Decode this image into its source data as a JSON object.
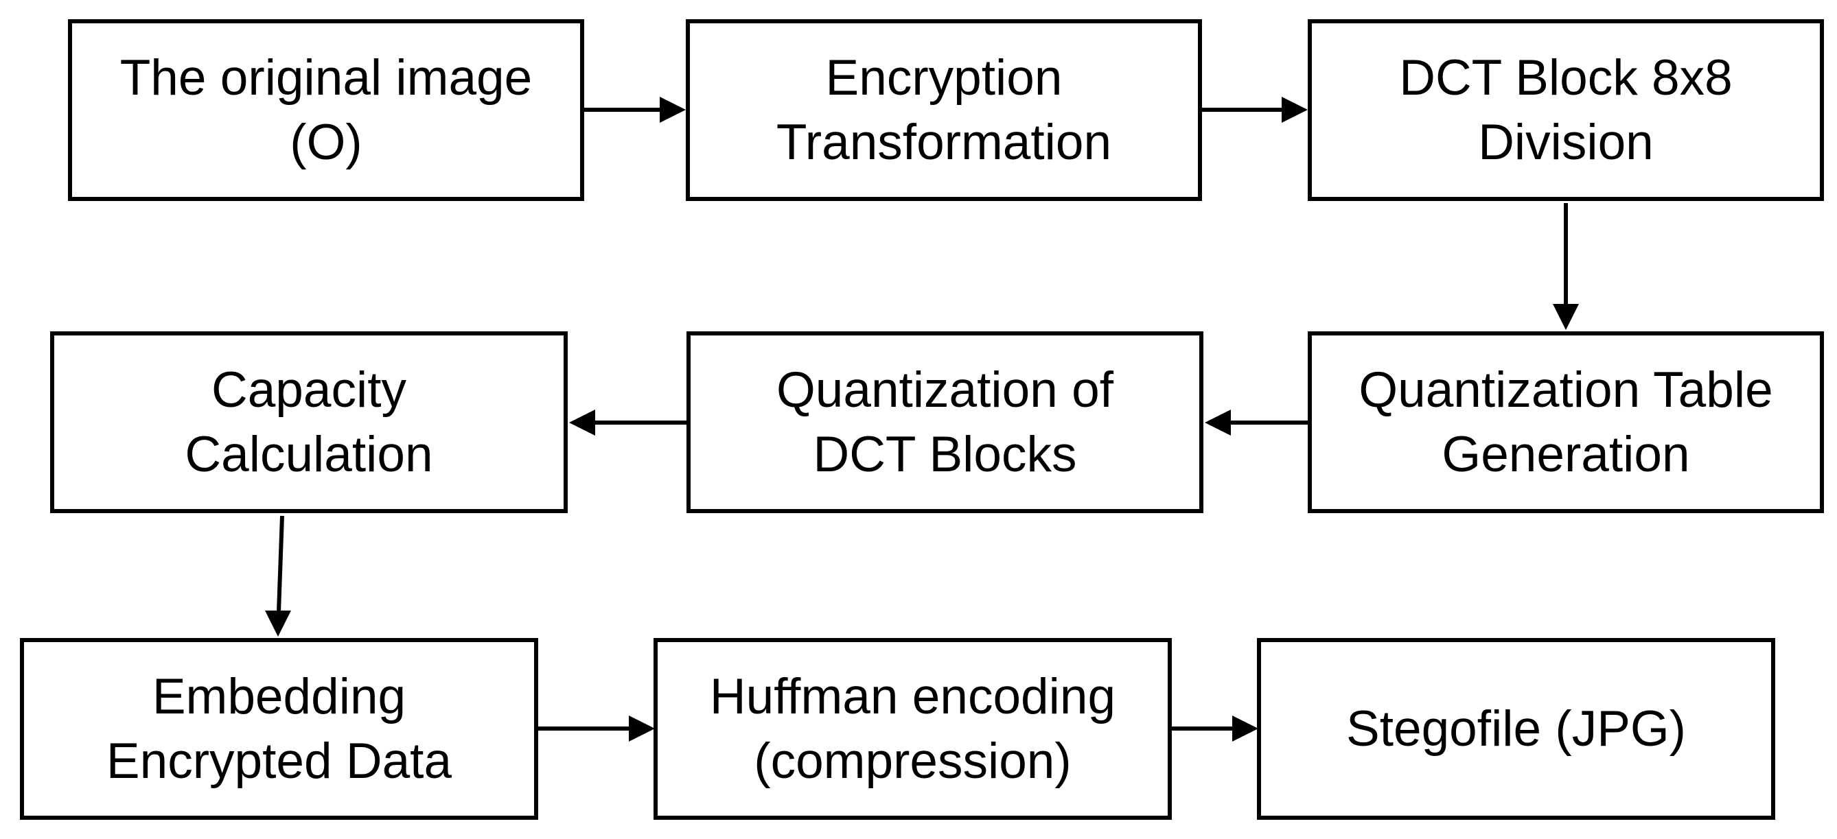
{
  "diagram": {
    "type": "flowchart",
    "colors": {
      "background": "#ffffff",
      "box_border": "#000000",
      "arrow": "#000000",
      "text": "#000000"
    },
    "boxes": [
      {
        "id": "original-image",
        "label": "The original image (O)",
        "lines": [
          "The original image",
          "(O)"
        ]
      },
      {
        "id": "encryption-transformation",
        "label": "Encryption Transformation",
        "lines": [
          "Encryption",
          "Transformation"
        ]
      },
      {
        "id": "dct-block-8x8-division",
        "label": "DCT Block 8x8 Division",
        "lines": [
          "DCT Block 8x8",
          "Division"
        ]
      },
      {
        "id": "capacity-calculation",
        "label": "Capacity Calculation",
        "lines": [
          "Capacity",
          "Calculation"
        ]
      },
      {
        "id": "quantization-of-dct-blocks",
        "label": "Quantization of DCT Blocks",
        "lines": [
          "Quantization of",
          "DCT Blocks"
        ]
      },
      {
        "id": "quantization-table-generation",
        "label": "Quantization Table Generation",
        "lines": [
          "Quantization Table",
          "Generation"
        ]
      },
      {
        "id": "embedding-encrypted-data",
        "label": "Embedding Encrypted Data",
        "lines": [
          "Embedding",
          "Encrypted Data"
        ]
      },
      {
        "id": "huffman-encoding",
        "label": "Huffman encoding (compression)",
        "lines": [
          "Huffman encoding",
          "(compression)"
        ]
      },
      {
        "id": "stegofile",
        "label": "Stegofile (JPG)",
        "lines": [
          "Stegofile (JPG)"
        ]
      }
    ],
    "connections": [
      {
        "from": "original-image",
        "to": "encryption-transformation",
        "direction": "right"
      },
      {
        "from": "encryption-transformation",
        "to": "dct-block-8x8-division",
        "direction": "right"
      },
      {
        "from": "dct-block-8x8-division",
        "to": "quantization-table-generation",
        "direction": "down"
      },
      {
        "from": "quantization-table-generation",
        "to": "quantization-of-dct-blocks",
        "direction": "left"
      },
      {
        "from": "quantization-of-dct-blocks",
        "to": "capacity-calculation",
        "direction": "left"
      },
      {
        "from": "capacity-calculation",
        "to": "embedding-encrypted-data",
        "direction": "down"
      },
      {
        "from": "embedding-encrypted-data",
        "to": "huffman-encoding",
        "direction": "right"
      },
      {
        "from": "huffman-encoding",
        "to": "stegofile",
        "direction": "right"
      }
    ]
  }
}
